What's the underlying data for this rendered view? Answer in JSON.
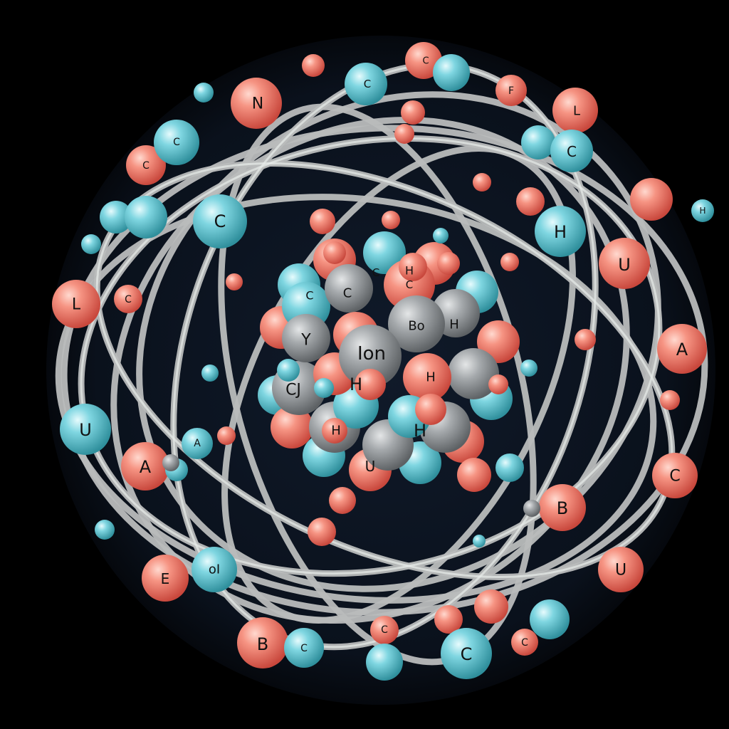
{
  "colors": {
    "background": "#000000",
    "space": "#0b1320",
    "orbit": "#b9bcbc",
    "red_atom": "#f2806f",
    "cyan_atom": "#6fd0dc",
    "gray_atom": "#9fa3a6",
    "label": "#111111"
  },
  "nucleus": {
    "center_label": "Ion"
  },
  "labels": [
    "N",
    "C",
    "C",
    "F",
    "L",
    "C",
    "C",
    "C",
    "C",
    "H",
    "U",
    "H",
    "L",
    "C",
    "U",
    "A",
    "U",
    "A",
    "C",
    "B",
    "E",
    "oI",
    "B",
    "C",
    "C",
    "C",
    "C",
    "A",
    "Bo",
    "H",
    "C",
    "H",
    "H",
    "C",
    "H",
    "U",
    "C",
    "H",
    "Y",
    "CJ",
    "C",
    "H"
  ]
}
